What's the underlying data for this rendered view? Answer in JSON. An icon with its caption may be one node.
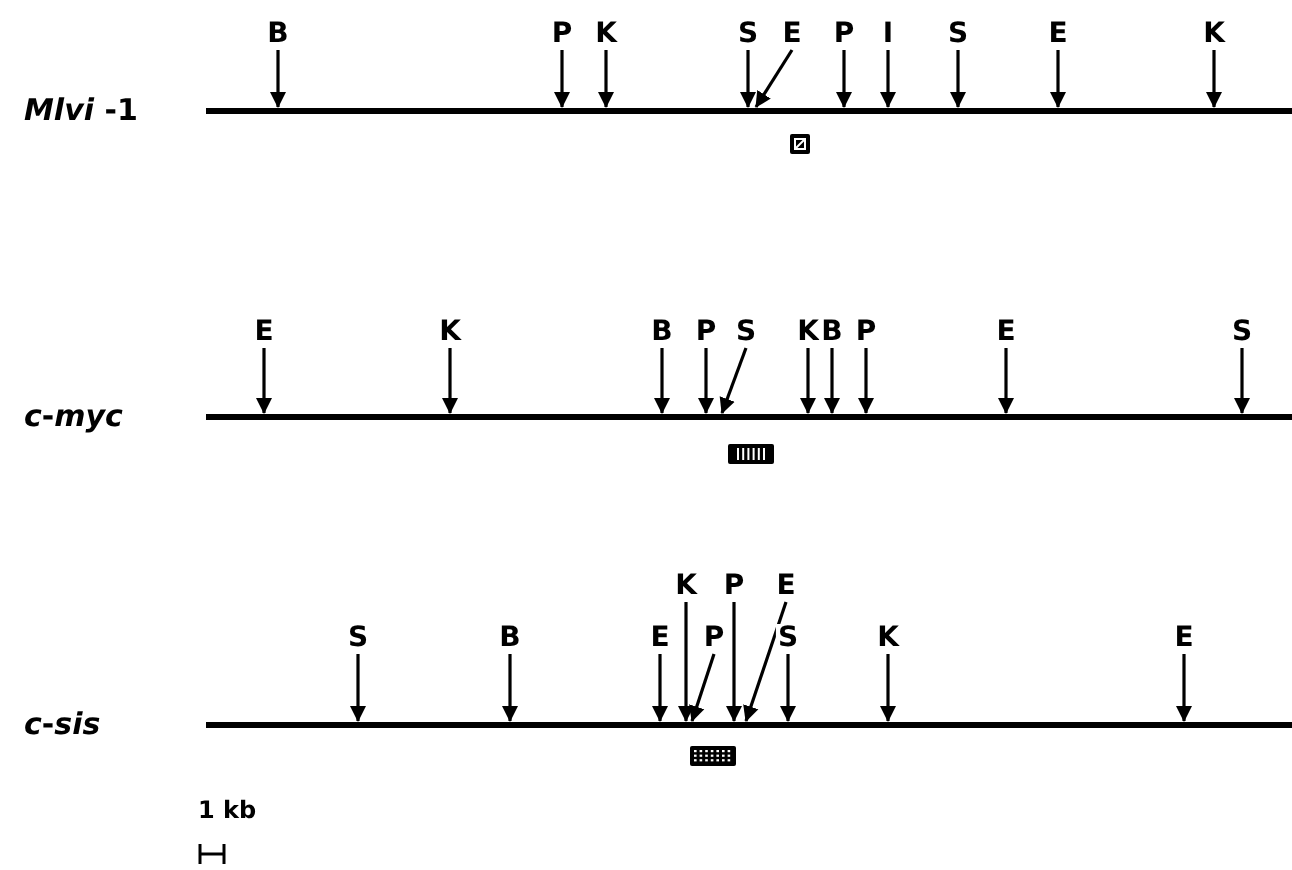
{
  "diagram": {
    "nodes": [
      {
        "text": [
          "B"
        ]
      },
      {
        "text": [
          "P"
        ]
      },
      {
        "text": [
          "K"
        ]
      },
      {
        "text": [
          "S"
        ]
      },
      {
        "text": [
          "E"
        ]
      },
      {
        "text": [
          "P"
        ]
      },
      {
        "text": [
          "I"
        ]
      },
      {
        "text": [
          "S"
        ]
      },
      {
        "text": [
          "E"
        ]
      },
      {
        "text": [
          "K"
        ]
      },
      {
        "text": [],
        "shape": "bar",
        "beside": [
          "*Mlvi* -1"
        ]
      },
      {
        "text": [
          "E"
        ]
      },
      {
        "text": [
          "K"
        ]
      },
      {
        "text": [
          "B"
        ]
      },
      {
        "text": [
          "P"
        ]
      },
      {
        "text": [
          "S"
        ]
      },
      {
        "text": [
          "K"
        ]
      },
      {
        "text": [
          "B"
        ]
      },
      {
        "text": [
          "P"
        ]
      },
      {
        "text": [
          "E"
        ]
      },
      {
        "text": [
          "S"
        ]
      },
      {
        "text": [],
        "shape": "bar",
        "beside": [
          "*c*-*myc*"
        ]
      },
      {
        "text": [
          "S"
        ]
      },
      {
        "text": [
          "B"
        ]
      },
      {
        "text": [
          "E"
        ]
      },
      {
        "text": [
          "K"
        ]
      },
      {
        "text": [
          "P"
        ]
      },
      {
        "text": [
          "P"
        ]
      },
      {
        "text": [
          "E"
        ]
      },
      {
        "text": [
          "S"
        ]
      },
      {
        "text": [
          "K"
        ]
      },
      {
        "text": [
          "E"
        ]
      },
      {
        "text": [],
        "shape": "bar",
        "beside": [
          "*c*-*sis*"
        ]
      }
    ],
    "edges": [
      {
        "from": 0,
        "to": 10,
        "arrow": "to"
      },
      {
        "from": 1,
        "to": 10,
        "arrow": "to"
      },
      {
        "from": 2,
        "to": 10,
        "arrow": "to"
      },
      {
        "from": 3,
        "to": 10,
        "arrow": "to"
      },
      {
        "from": 4,
        "to": 10,
        "arrow": "to"
      },
      {
        "from": 5,
        "to": 10,
        "arrow": "to"
      },
      {
        "from": 6,
        "to": 10,
        "arrow": "to"
      },
      {
        "from": 7,
        "to": 10,
        "arrow": "to"
      },
      {
        "from": 8,
        "to": 10,
        "arrow": "to"
      },
      {
        "from": 9,
        "to": 10,
        "arrow": "to"
      },
      {
        "from": 11,
        "to": 21,
        "arrow": "to"
      },
      {
        "from": 12,
        "to": 21,
        "arrow": "to"
      },
      {
        "from": 13,
        "to": 21,
        "arrow": "to"
      },
      {
        "from": 14,
        "to": 21,
        "arrow": "to"
      },
      {
        "from": 15,
        "to": 21,
        "arrow": "to"
      },
      {
        "from": 16,
        "to": 21,
        "arrow": "to"
      },
      {
        "from": 17,
        "to": 21,
        "arrow": "to"
      },
      {
        "from": 18,
        "to": 21,
        "arrow": "to"
      },
      {
        "from": 19,
        "to": 21,
        "arrow": "to"
      },
      {
        "from": 20,
        "to": 21,
        "arrow": "to"
      },
      {
        "from": 22,
        "to": 32,
        "arrow": "to"
      },
      {
        "from": 23,
        "to": 32,
        "arrow": "to"
      },
      {
        "from": 24,
        "to": 32,
        "arrow": "to"
      },
      {
        "from": 25,
        "to": 32,
        "arrow": "to"
      },
      {
        "from": 26,
        "to": 32,
        "arrow": "to"
      },
      {
        "from": 27,
        "to": 32,
        "arrow": "to"
      },
      {
        "from": 28,
        "to": 32,
        "arrow": "to"
      },
      {
        "from": 29,
        "to": 32,
        "arrow": "to"
      },
      {
        "from": 30,
        "to": 32,
        "arrow": "to"
      },
      {
        "from": 31,
        "to": 32,
        "arrow": "to"
      }
    ],
    "labels": [
      "1 kb"
    ]
  }
}
